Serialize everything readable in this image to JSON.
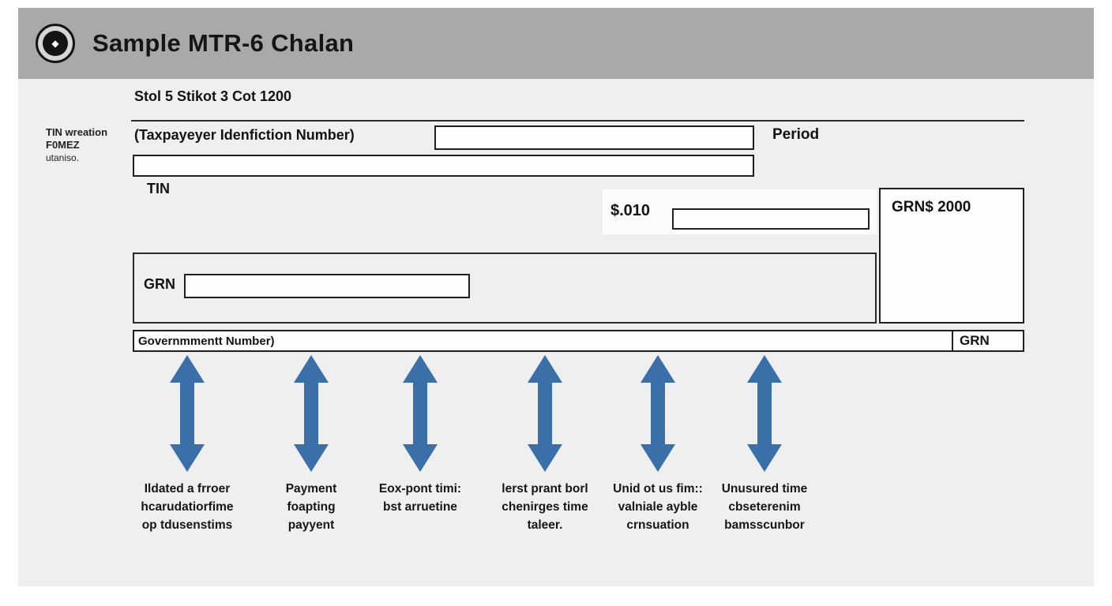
{
  "header": {
    "title": "Sample MTR-6 Chalan"
  },
  "form": {
    "subtitle": "Stol 5 Stikot 3 Cot 1200",
    "margin_note": {
      "line1": "TIN wreation",
      "line2": "F0MEZ",
      "line3": "utaniso."
    },
    "taxpayer_label": "(Taxpayeyer Idenfiction Number)",
    "taxpayer_input_value": "",
    "period_label": "Period",
    "secondary_input_value": "",
    "tin_label": "TIN",
    "amount_label": "$.010",
    "amount_input_value": "",
    "grn_total_label": "GRN$ 2000",
    "grn_label": "GRN",
    "grn_input_value": "",
    "government_number_label": "Governmmentt Number)",
    "grn_cell_label": "GRN"
  },
  "annotations": {
    "arrow_color": "#3a6fa8",
    "items": [
      {
        "lines": [
          "Ildated a frroer",
          "hcarudatiorfime",
          "op tdusenstims"
        ]
      },
      {
        "lines": [
          "Payment",
          "foapting",
          "payyent"
        ]
      },
      {
        "lines": [
          "Eox-pont timi:",
          "bst arruetine"
        ]
      },
      {
        "lines": [
          "lerst prant borl",
          "chenirges time",
          "taleer."
        ]
      },
      {
        "lines": [
          "Unid ot us fim::",
          "valniale ayble",
          "crnsuation"
        ]
      },
      {
        "lines": [
          "Unusured time",
          "cbseterenim",
          "bamsscunbor"
        ]
      }
    ]
  }
}
